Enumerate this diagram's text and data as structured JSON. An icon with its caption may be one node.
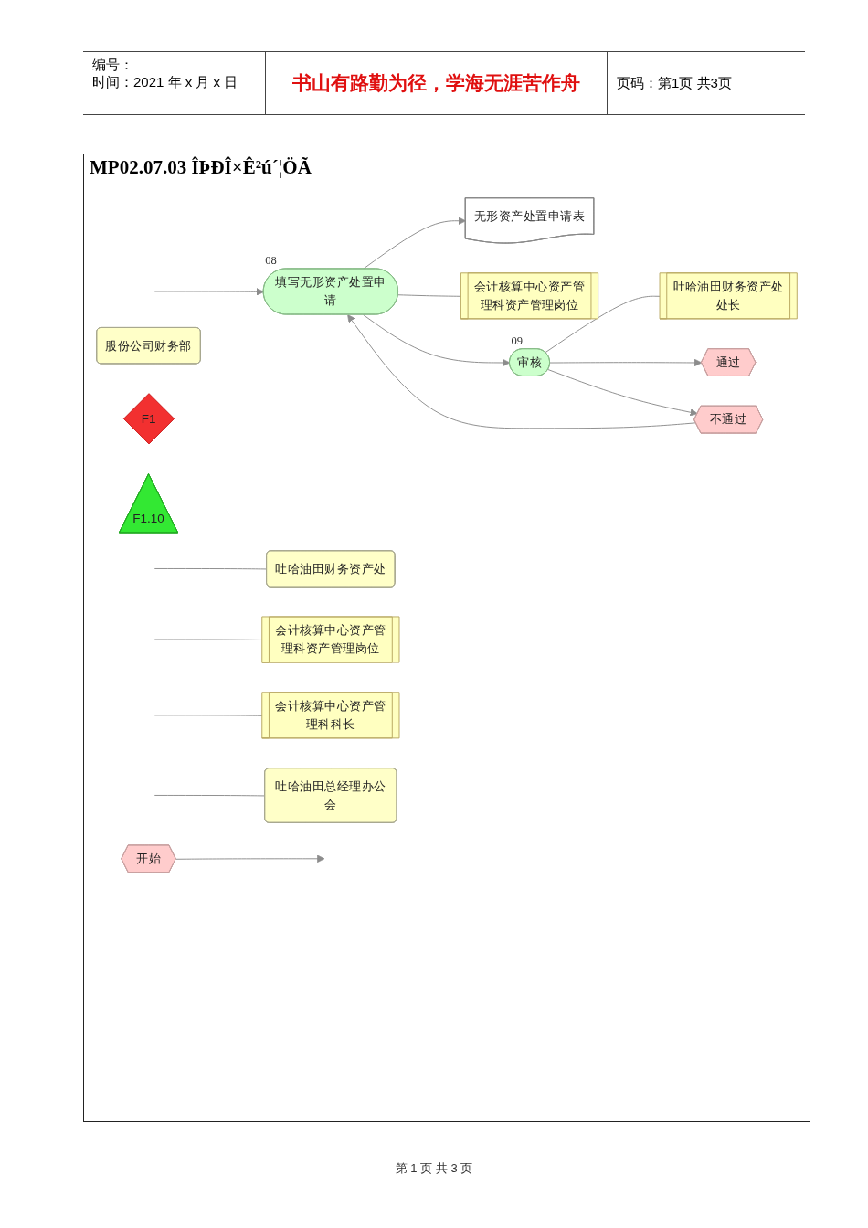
{
  "diagram": {
    "title": "MP02.07.03 ÎÞÐÎ×Ê²ú´¦ÖÃ",
    "nodes": [
      {
        "text": [
          "股份公司财务部"
        ]
      },
      {
        "text": [
          "开始"
        ]
      },
      {
        "text": [
          "吐哈油田财务资产处"
        ]
      },
      {
        "text": [
          "会计核算中心资产管理科资产管理岗位"
        ]
      },
      {
        "text": [
          "会计核算中心资产管理科科长"
        ]
      },
      {
        "text": [
          "吐哈油田总经理办公会"
        ]
      },
      {
        "text": [
          "F1"
        ]
      },
      {
        "text": [
          "F1.10"
        ]
      },
      {
        "text": [
          "无形资产处置申请表"
        ]
      },
      {
        "text": [
          "填写无形资产处置申请"
        ],
        "beside": [
          "08"
        ]
      },
      {
        "text": [
          "会计核算中心资产管理科资产管理岗位"
        ]
      },
      {
        "text": [
          "审核"
        ],
        "beside": [
          "09"
        ]
      },
      {
        "text": [
          "吐哈油田财务资产处处长"
        ]
      },
      {
        "text": [
          "通过"
        ]
      },
      {
        "text": [
          "不通过"
        ]
      }
    ],
    "edges": [
      {
        "from": 1,
        "to": null,
        "arrow": "to"
      },
      {
        "from": null,
        "to": 2,
        "arrow": "none"
      },
      {
        "from": null,
        "to": 3,
        "arrow": "none"
      },
      {
        "from": null,
        "to": 4,
        "arrow": "none"
      },
      {
        "from": null,
        "to": 5,
        "arrow": "none"
      },
      {
        "from": null,
        "to": 9,
        "arrow": "to"
      },
      {
        "from": 14,
        "to": 9,
        "arrow": "to"
      },
      {
        "from": 9,
        "to": 8,
        "arrow": "to"
      },
      {
        "from": 9,
        "to": 10,
        "arrow": "none"
      },
      {
        "from": 9,
        "to": 11,
        "arrow": "to"
      },
      {
        "from": 11,
        "to": 12,
        "arrow": "none"
      },
      {
        "from": 11,
        "to": 13,
        "arrow": "to"
      },
      {
        "from": 11,
        "to": 14,
        "arrow": "to"
      }
    ],
    "labels": [
      "编号：",
      "时间：2021 年 x 月 x 日",
      "书山有路勤为径，学海无涯苦作舟",
      "页码：第1页 共3页",
      "第 1 页 共 3 页"
    ]
  }
}
